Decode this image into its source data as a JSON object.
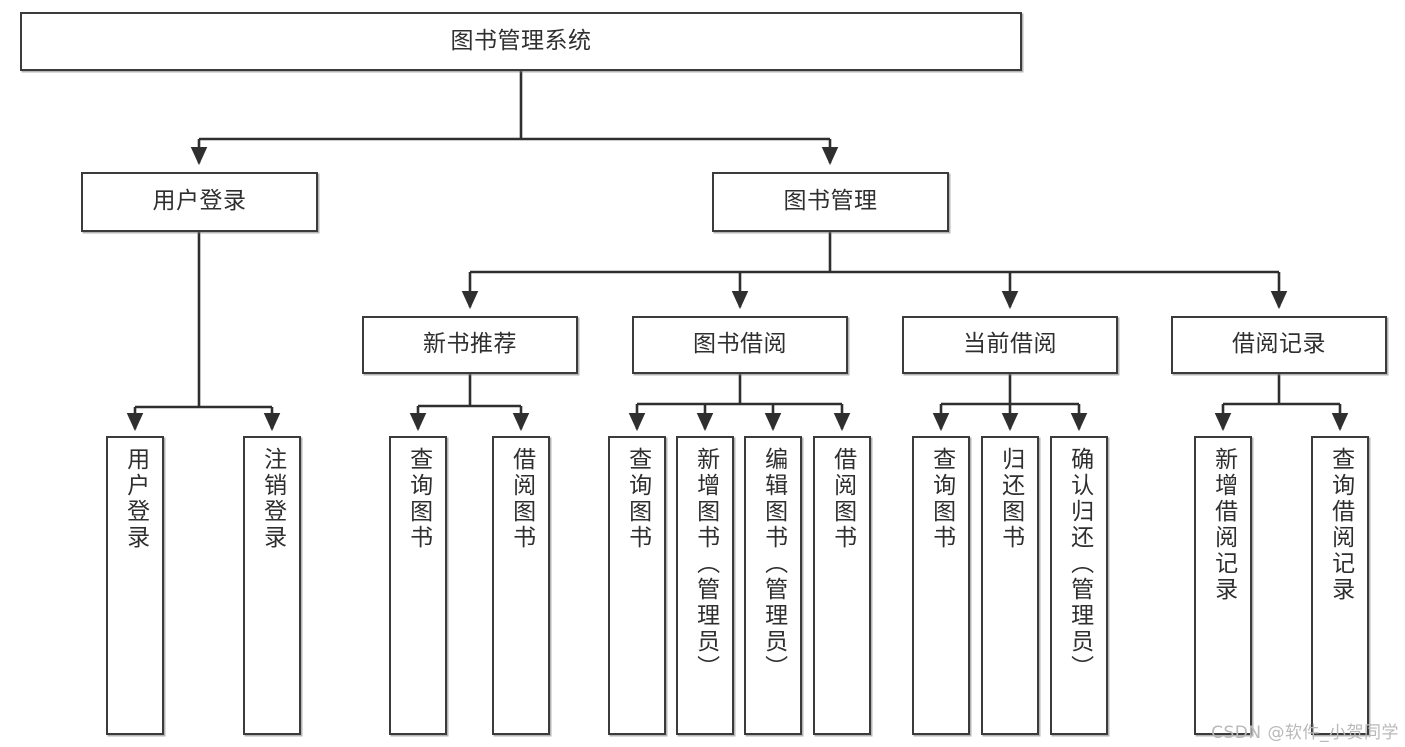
{
  "diagram": {
    "type": "tree-hierarchy",
    "title": "图书管理系统",
    "watermark": "CSDN @软件_小贺同学",
    "colors": {
      "box_border": "#3b3b3b",
      "box_fill": "#ffffff",
      "connector": "#2f2f2f",
      "text": "#2f2f2f",
      "watermark": "#b9b9b9",
      "background": "#ffffff"
    },
    "nodes": {
      "root": {
        "label": "图书管理系统"
      },
      "level2": [
        {
          "id": "user-login",
          "label": "用户登录"
        },
        {
          "id": "book-manage",
          "label": "图书管理"
        }
      ],
      "level3": [
        {
          "id": "new-book-recommend",
          "label": "新书推荐"
        },
        {
          "id": "book-borrow",
          "label": "图书借阅"
        },
        {
          "id": "current-borrow",
          "label": "当前借阅"
        },
        {
          "id": "borrow-record",
          "label": "借阅记录"
        }
      ],
      "leaves": {
        "user_login": [
          {
            "id": "leaf-user-login",
            "label": "用户登录"
          },
          {
            "id": "leaf-user-logout",
            "label": "注销登录"
          }
        ],
        "new_book_recommend": [
          {
            "id": "leaf-query-book-1",
            "label": "查询图书"
          },
          {
            "id": "leaf-borrow-book-1",
            "label": "借阅图书"
          }
        ],
        "book_borrow": [
          {
            "id": "leaf-query-book-2",
            "label": "查询图书"
          },
          {
            "id": "leaf-add-book",
            "label": "新增图书（管理员）"
          },
          {
            "id": "leaf-edit-book",
            "label": "编辑图书（管理员）"
          },
          {
            "id": "leaf-borrow-book-2",
            "label": "借阅图书"
          }
        ],
        "current_borrow": [
          {
            "id": "leaf-query-book-3",
            "label": "查询图书"
          },
          {
            "id": "leaf-return-book",
            "label": "归还图书"
          },
          {
            "id": "leaf-confirm-return",
            "label": "确认归还（管理员）"
          }
        ],
        "borrow_record": [
          {
            "id": "leaf-add-record",
            "label": "新增借阅记录"
          },
          {
            "id": "leaf-query-record",
            "label": "查询借阅记录"
          }
        ]
      }
    }
  }
}
